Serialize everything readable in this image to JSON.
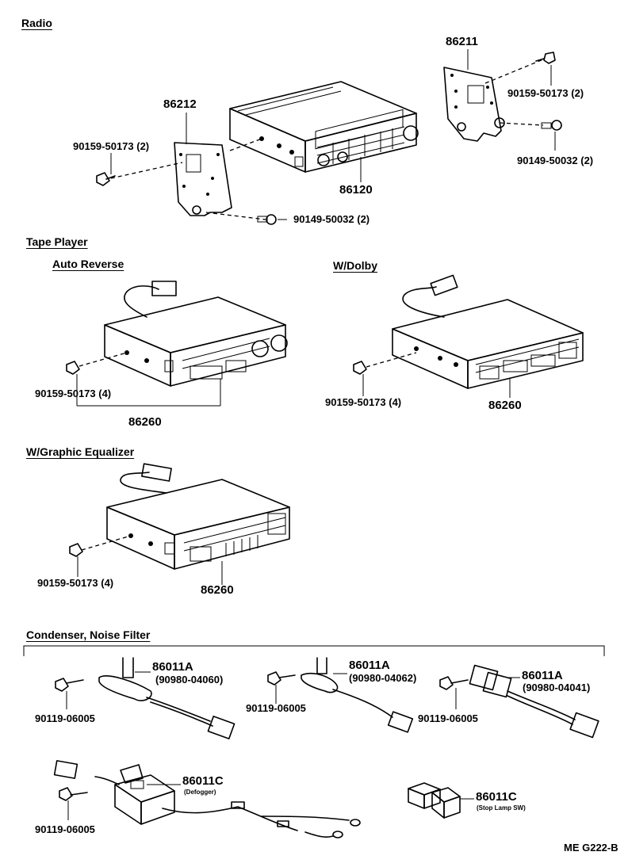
{
  "sections": {
    "radio": "Radio",
    "tape_player": "Tape Player",
    "auto_reverse": "Auto Reverse",
    "w_dolby": "W/Dolby",
    "w_graphic_eq": "W/Graphic Equalizer",
    "condenser": "Condenser, Noise Filter"
  },
  "parts": {
    "bracket_right": "86211",
    "bracket_left": "86212",
    "radio_unit": "86120",
    "screw_radio_right": "90159-50173 (2)",
    "screw_radio_left": "90159-50173 (2)",
    "nut_radio_right": "90149-50032 (2)",
    "nut_radio_left": "90149-50032 (2)",
    "tape_auto_reverse": "86260",
    "screw_auto_reverse": "90159-50173 (4)",
    "tape_dolby": "86260",
    "screw_dolby": "90159-50173 (4)",
    "tape_eq": "86260",
    "screw_eq": "90159-50173 (4)",
    "filter_a1": "86011A",
    "filter_a1_sub": "(90980-04060)",
    "filter_a2": "86011A",
    "filter_a2_sub": "(90980-04062)",
    "filter_a3": "86011A",
    "filter_a3_sub": "(90980-04041)",
    "screw_f1": "90119-06005",
    "screw_f2": "90119-06005",
    "screw_f3": "90119-06005",
    "screw_f4": "90119-06005",
    "filter_c1": "86011C",
    "filter_c1_note": "(Defogger)",
    "filter_c2": "86011C",
    "filter_c2_note": "(Stop Lamp SW)"
  },
  "diagram_code": "ME G222-B"
}
